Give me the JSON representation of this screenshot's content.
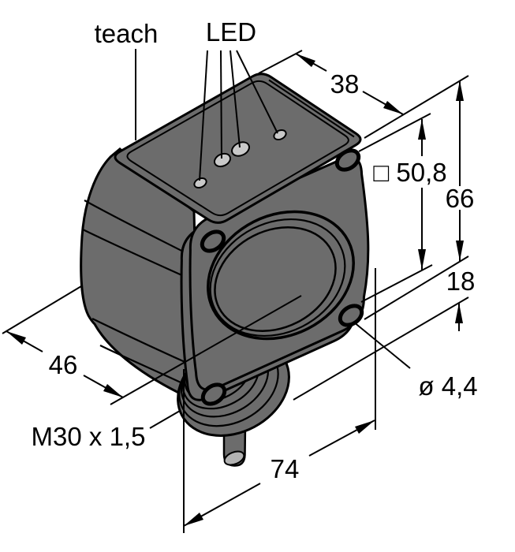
{
  "figure": {
    "type": "technical-dimension-drawing",
    "subject": "photoelectric sensor housing, isometric view",
    "background_color": "#ffffff",
    "body_color": "#6c6c6c",
    "outline_color": "#000000",
    "led_dot_color": "#c9c9c9",
    "cable_end_color": "#b2b2b2"
  },
  "callouts": {
    "teach": "teach",
    "led": "LED",
    "thread_spec": "M30 x 1,5",
    "hole_diameter": "ø 4,4"
  },
  "dimensions": {
    "top_width": "38",
    "front_face_square": "□ 50,8",
    "overall_height": "66",
    "thread_length": "18",
    "housing_depth": "46",
    "overall_width": "74"
  }
}
